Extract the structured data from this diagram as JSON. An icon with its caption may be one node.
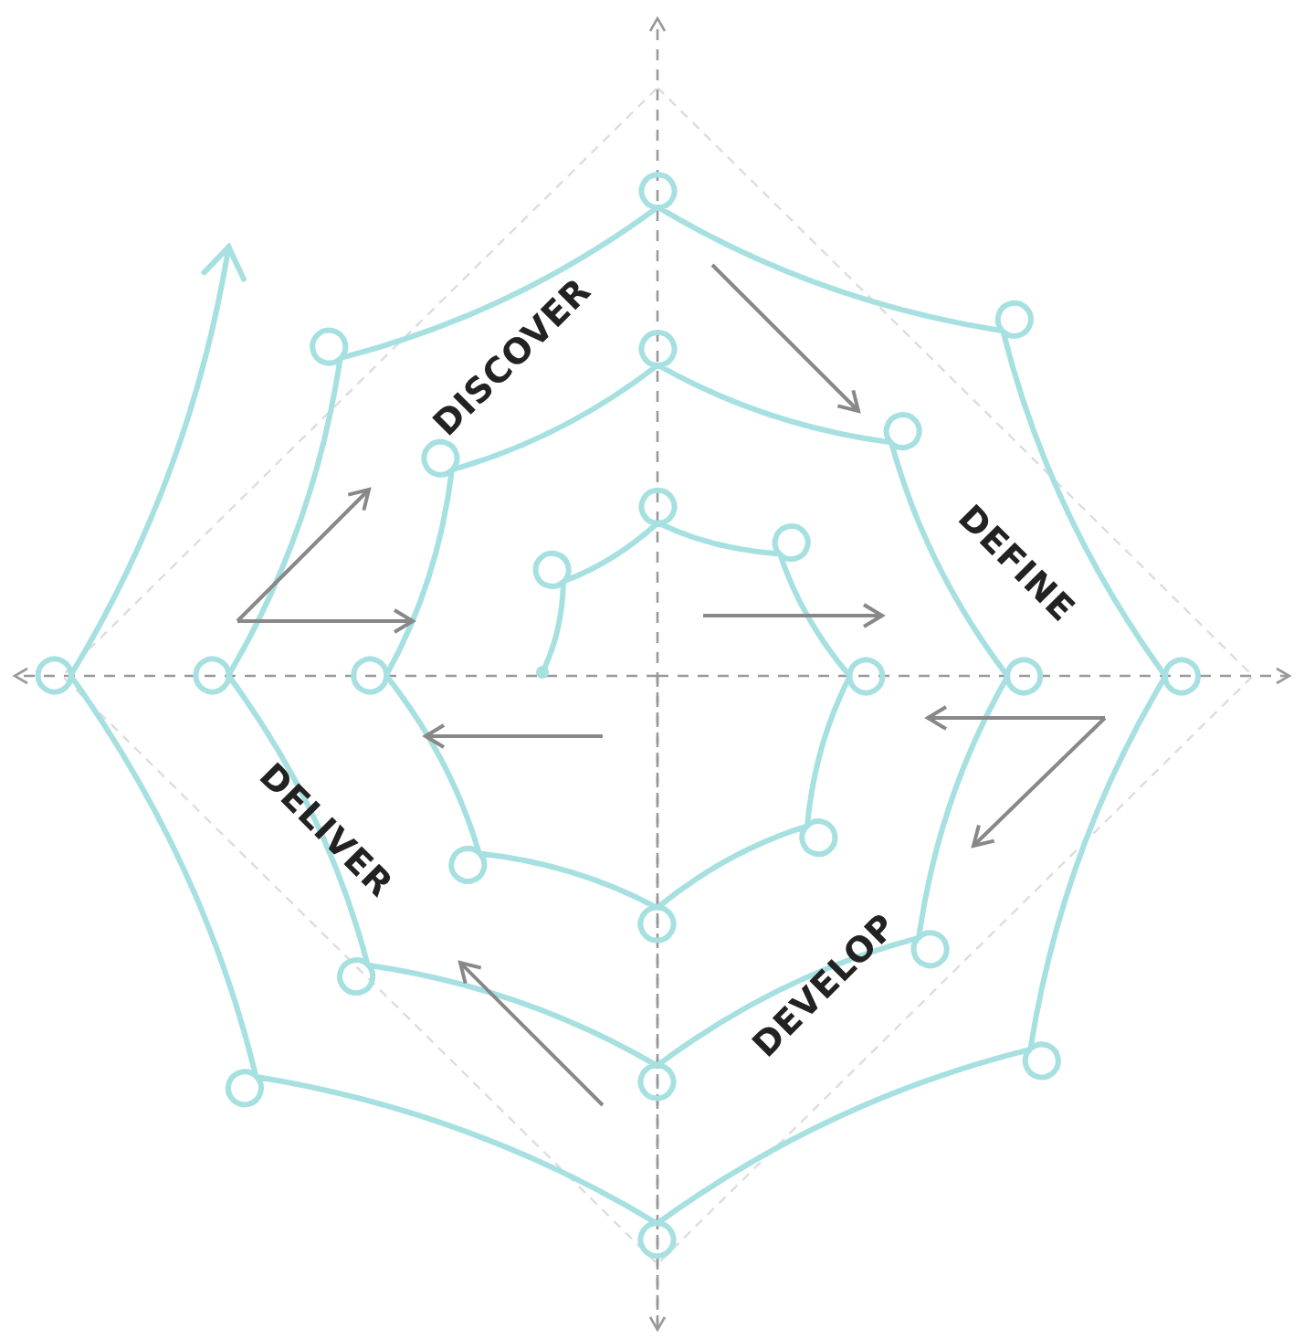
{
  "diagram": {
    "labels": [
      "DISCOVER",
      "DEFINE",
      "DELIVER",
      "DEVELOP"
    ]
  }
}
